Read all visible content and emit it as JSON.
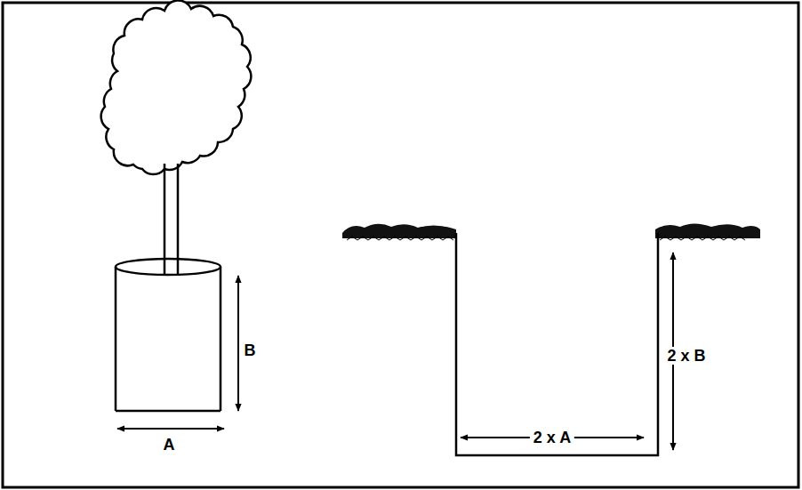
{
  "diagram": {
    "labels": [
      "B",
      "A",
      "2 x A",
      "2 x B"
    ]
  }
}
